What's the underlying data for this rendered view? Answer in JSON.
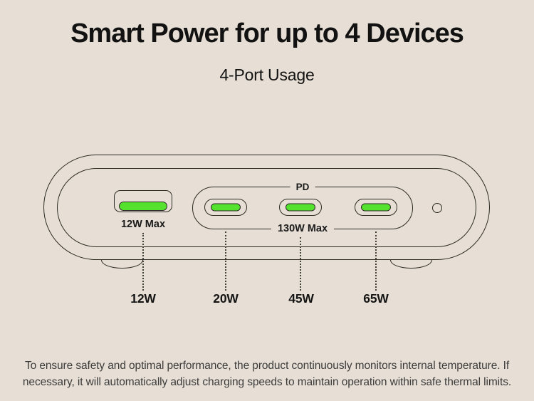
{
  "page": {
    "title": "Smart Power for up to 4 Devices",
    "subtitle": "4-Port Usage",
    "footer_text": "To ensure safety and optimal performance, the product continuously monitors internal temperature. If necessary, it will automatically adjust charging speeds to maintain operation within safe thermal limits."
  },
  "colors": {
    "background": "#e7dfd5",
    "outline": "#2d2a25",
    "port_green": "#54e22f",
    "heading_text": "#121212",
    "footer_text": "#3b3b3b"
  },
  "device": {
    "usb_a_port": {
      "label": "12W Max",
      "watt_output": "12W"
    },
    "pd_group": {
      "top_label": "PD",
      "bottom_label": "130W Max"
    },
    "usb_c_ports": [
      {
        "watt_output": "20W"
      },
      {
        "watt_output": "45W"
      },
      {
        "watt_output": "65W"
      }
    ],
    "icons": {
      "status_led": "status-led-indicator"
    }
  },
  "watt_labels": [
    "12W",
    "20W",
    "45W",
    "65W"
  ]
}
